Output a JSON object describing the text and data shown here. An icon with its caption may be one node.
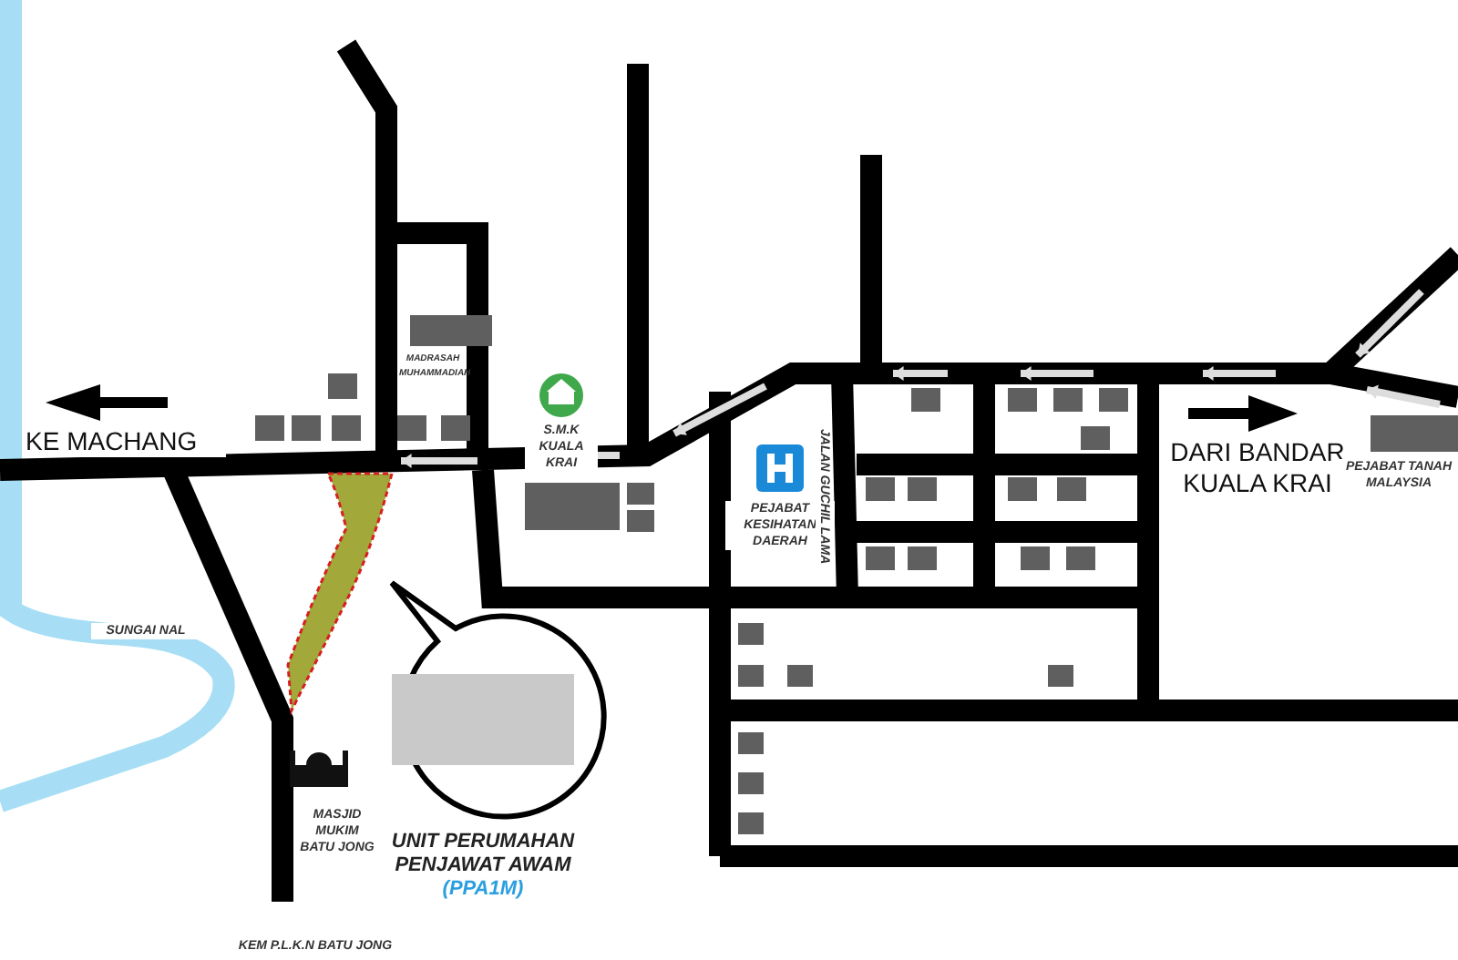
{
  "diagram": {
    "nodes": [
      {
        "text": [],
        "shape": "polygon"
      }
    ],
    "labels": [
      "MADRASAH MUHAMMADIAH",
      "S.M.K KUALA KRAI",
      "KE MACHANG",
      "DARI BANDAR KUALA KRAI",
      "PEJABAT TANAH MALAYSIA",
      "PEJABAT KESIHATAN DAERAH",
      "JALAN GUCHIL LAMA",
      "SUNGAI NAL",
      "UNIT PERUMAHAN PENJAWAT AWAM",
      "(PPA1M)",
      "MASJID MUKIM BATU JONG",
      "KEM P.L.K.N BATU JONG"
    ]
  }
}
